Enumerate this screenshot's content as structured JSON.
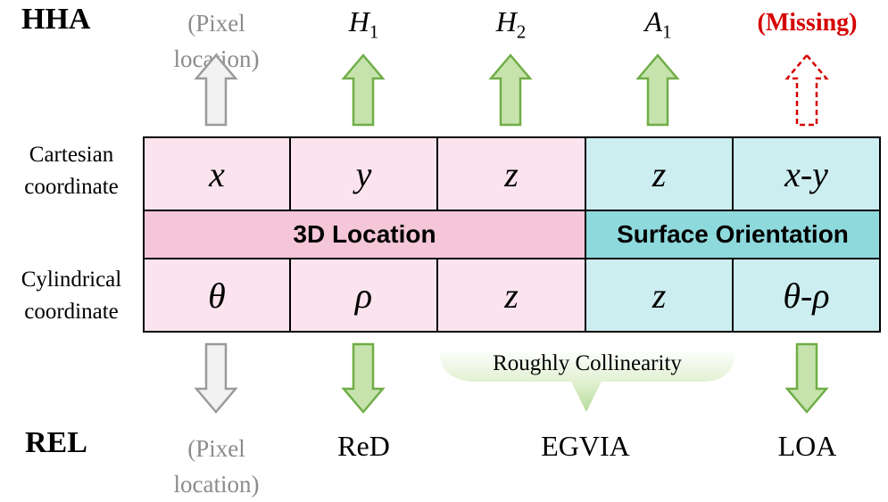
{
  "rows": {
    "hha_label": "HHA",
    "rel_label": "REL"
  },
  "top_labels": [
    {
      "text": "(Pixel location)",
      "style": "gray"
    },
    {
      "var": "H",
      "sub": "1"
    },
    {
      "var": "H",
      "sub": "2"
    },
    {
      "var": "A",
      "sub": "1"
    },
    {
      "text": "(Missing)",
      "style": "red"
    }
  ],
  "bottom_labels": {
    "col1": "(Pixel location)",
    "col2": "ReD",
    "col34": "EGVIA",
    "col5": "LOA"
  },
  "side_labels": {
    "cartesian_line1": "Cartesian",
    "cartesian_line2": "coordinate",
    "cylindrical_line1": "Cylindrical",
    "cylindrical_line2": "coordinate"
  },
  "cartesian_cells": [
    "x",
    "y",
    "z",
    "z",
    "x-y"
  ],
  "cylindrical_cells": [
    "θ",
    "ρ",
    "z",
    "z",
    "θ-ρ"
  ],
  "bands": {
    "location": "3D Location",
    "orientation": "Surface Orientation"
  },
  "callout": "Roughly Collinearity",
  "colors": {
    "pink_light": "#fbe4ee",
    "pink_band": "#f4c6d8",
    "teal_light": "#cdeef0",
    "teal_band": "#8ed9dc",
    "arrow_green_fill": "#c6e3ad",
    "arrow_green_stroke": "#70ad47",
    "arrow_gray_fill": "#f2f2f2",
    "arrow_gray_stroke": "#9a9a9a",
    "missing_red": "#d60000"
  }
}
